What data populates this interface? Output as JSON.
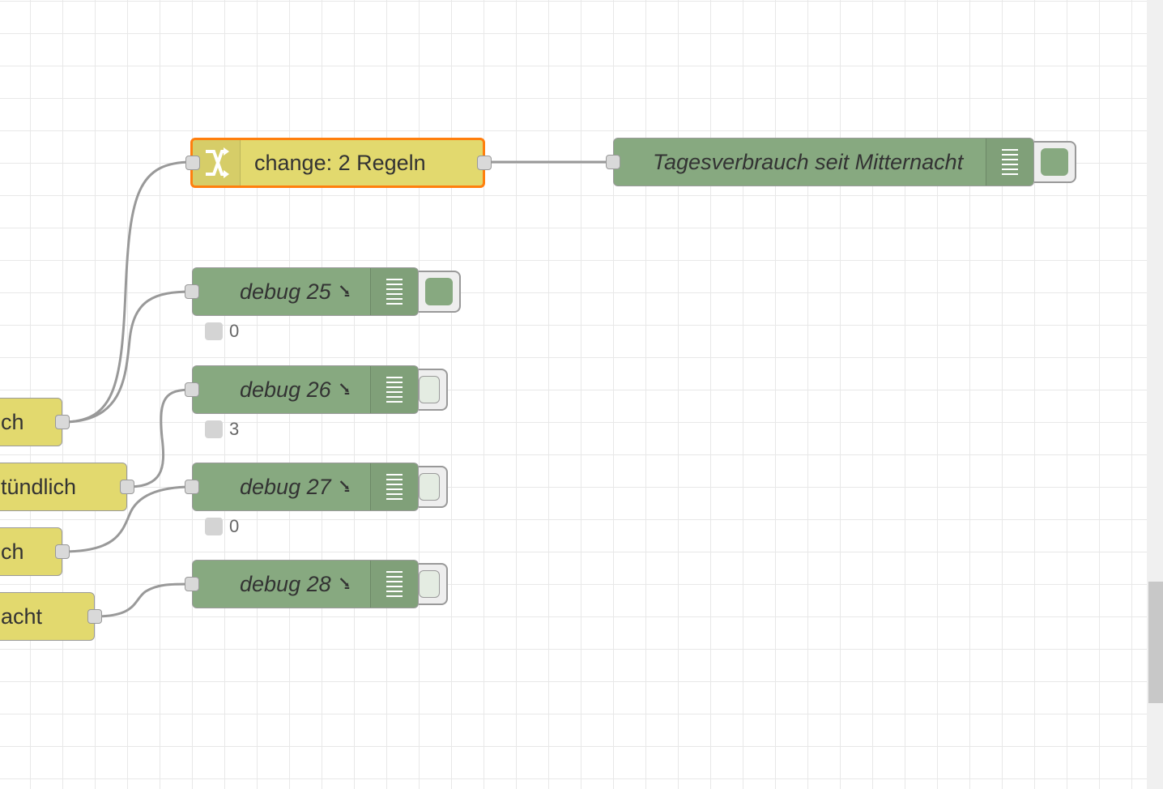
{
  "canvas": {
    "grid_color": "#e8e8e8",
    "background": "#ffffff"
  },
  "colors": {
    "function_node": "#e2d96e",
    "debug_node": "#87a980",
    "selection": "#ff7f0e",
    "wire": "#999999"
  },
  "nodes": {
    "change": {
      "label": "change: 2 Regeln",
      "icon": "shuffle-icon"
    },
    "tagesverbrauch": {
      "label": "Tagesverbrauch seit Mitternacht",
      "icon": "list-icon",
      "active": true
    },
    "debug25": {
      "label": "debug 25",
      "icon": "list-icon",
      "active": true,
      "status": "0"
    },
    "debug26": {
      "label": "debug 26",
      "icon": "list-icon",
      "active": false,
      "status": "3"
    },
    "debug27": {
      "label": "debug 27",
      "icon": "list-icon",
      "active": false,
      "status": "0"
    },
    "debug28": {
      "label": "debug 28",
      "icon": "list-icon",
      "active": false
    }
  },
  "partial_nodes": {
    "n1": {
      "label": "ch"
    },
    "n2": {
      "label": "tündlich"
    },
    "n3": {
      "label": "ch"
    },
    "n4": {
      "label": "acht"
    }
  },
  "glyphs": {
    "debug_target": "⭸"
  }
}
